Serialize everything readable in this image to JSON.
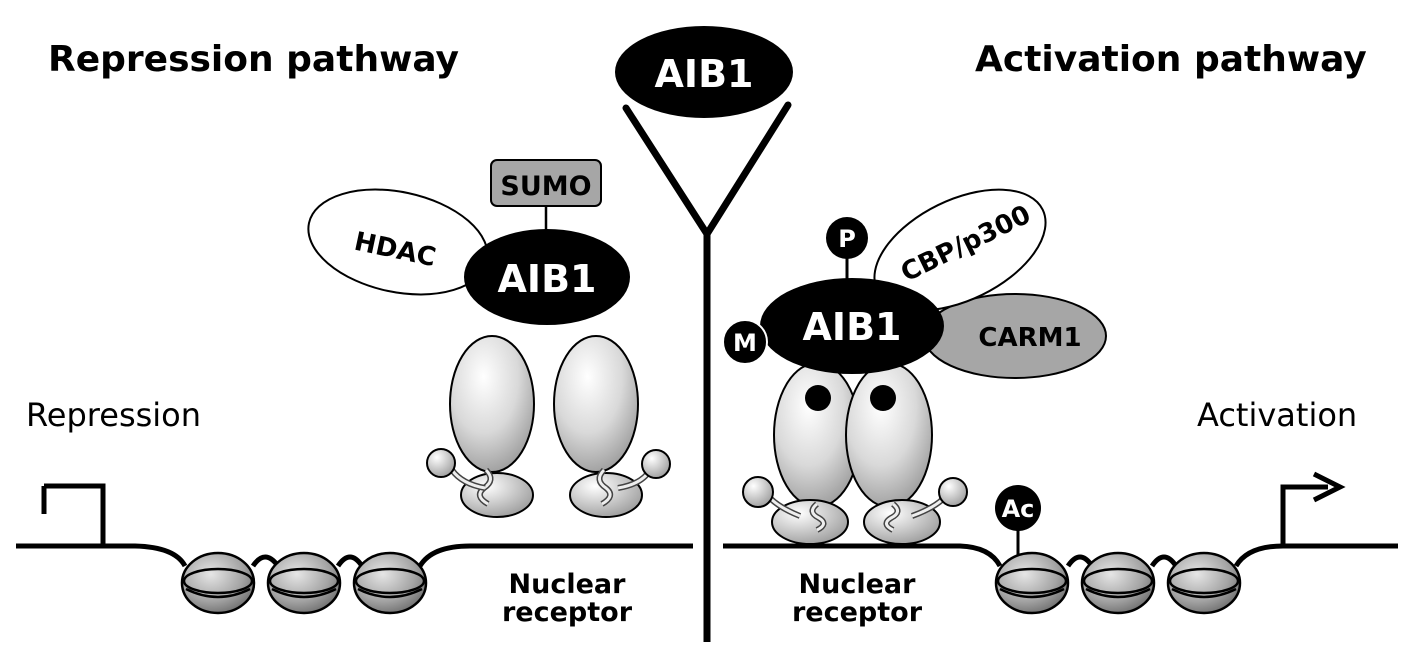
{
  "headings": {
    "left": "Repression pathway",
    "right": "Activation pathway"
  },
  "top_aib1": "AIB1",
  "repression": {
    "aib1": "AIB1",
    "sumo": "SUMO",
    "hdac": "HDAC",
    "state": "Repression",
    "receptor_line1": "Nuclear",
    "receptor_line2": "receptor"
  },
  "activation": {
    "aib1": "AIB1",
    "p_mark": "P",
    "m_mark": "M",
    "cbp": "CBP/p300",
    "carm1": "CARM1",
    "ac_mark": "Ac",
    "state": "Activation",
    "receptor_line1": "Nuclear",
    "receptor_line2": "receptor"
  },
  "colors": {
    "black": "#000000",
    "gray_box": "#a6a6a6",
    "white": "#ffffff"
  }
}
